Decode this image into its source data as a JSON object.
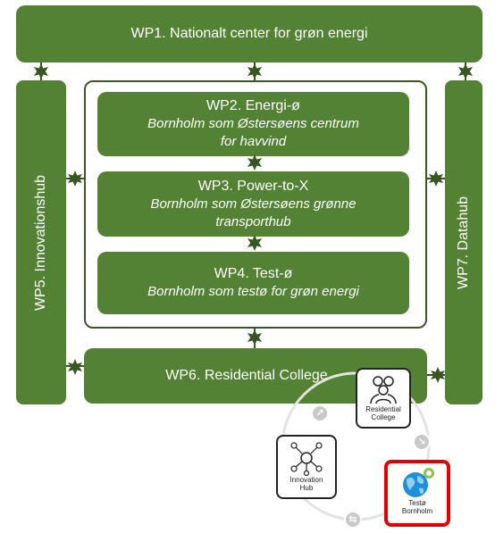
{
  "wp1": {
    "label": "WP1. Nationalt center for grøn energi"
  },
  "wp2": {
    "title": "WP2. Energi-ø",
    "subtitle": "Bornholm som Østersøens centrum for havvind"
  },
  "wp3": {
    "title": "WP3. Power-to-X",
    "subtitle": "Bornholm som Østersøens grønne transporthub"
  },
  "wp4": {
    "title": "WP4. Test-ø",
    "subtitle": "Bornholm som testø for grøn energi"
  },
  "wp5": {
    "label": "WP5. Innovationshub"
  },
  "wp6": {
    "label": "WP6. Residential College"
  },
  "wp7": {
    "label": "WP7. Datahub"
  },
  "cards": {
    "residential": "Residential College",
    "innovation": "Innovation Hub",
    "testo": "Testø Bornholm"
  },
  "colors": {
    "box": "#548235",
    "frame": "#385723",
    "connector": "#375623",
    "highlight": "#e00000"
  },
  "icons": [
    "star-connector-icon",
    "people-group-icon",
    "network-nodes-icon",
    "globe-icon",
    "cycle-arrow-icon"
  ]
}
